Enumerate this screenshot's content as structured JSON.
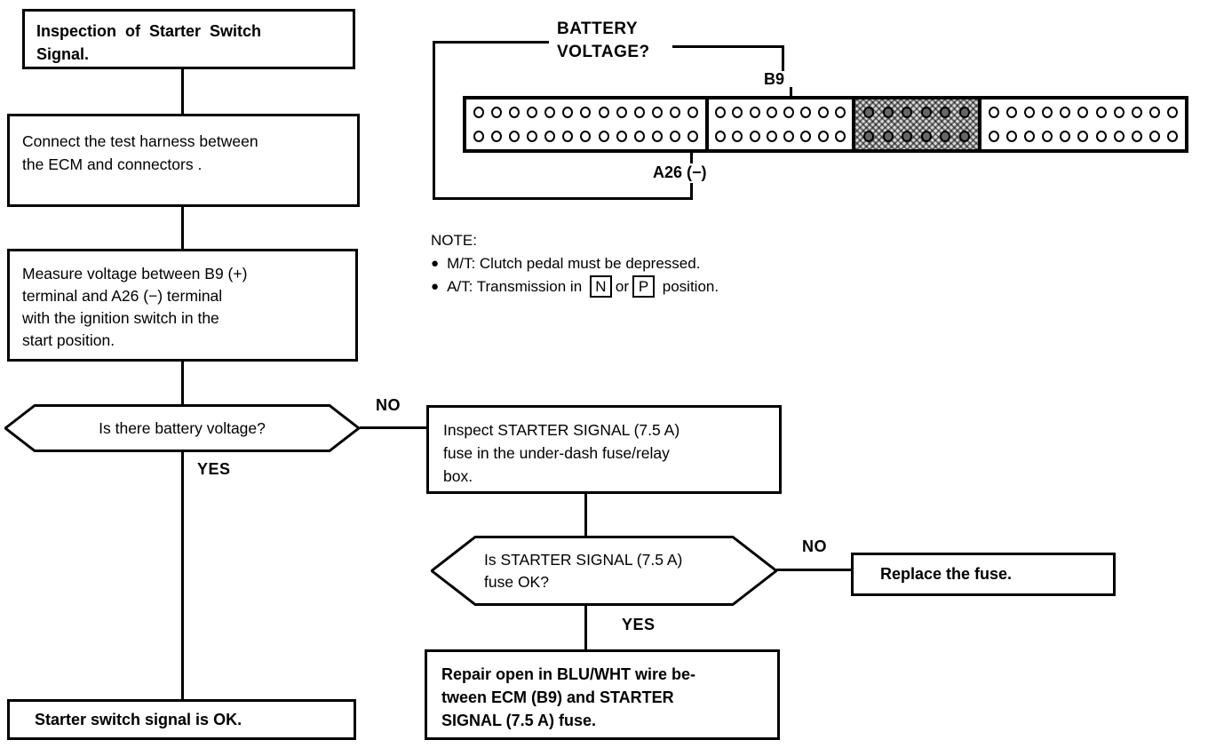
{
  "flowchart": {
    "box_title": {
      "text": "Inspection of Starter Switch\nSignal."
    },
    "box_connect": {
      "text": "Connect the test harness between\nthe ECM and connectors ."
    },
    "box_measure": {
      "text": "Measure voltage between B9 (+)\nterminal and A26 (−) terminal\nwith the ignition switch in the\nstart position."
    },
    "decision_battery": {
      "text": "Is there battery voltage?",
      "no_label": "NO",
      "yes_label": "YES"
    },
    "box_inspect_fuse": {
      "text": "Inspect STARTER SIGNAL (7.5 A)\nfuse in the under-dash fuse/relay\nbox."
    },
    "decision_fuse": {
      "text": "Is STARTER SIGNAL (7.5 A)\nfuse OK?",
      "no_label": "NO",
      "yes_label": "YES"
    },
    "box_replace_fuse": {
      "text": "Replace the fuse."
    },
    "box_repair": {
      "text": "Repair open in BLU/WHT wire be-\ntween ECM (B9) and STARTER\nSIGNAL (7.5 A) fuse."
    },
    "box_ok": {
      "text": "Starter switch signal is OK."
    }
  },
  "connector_diagram": {
    "measurement_label": "BATTERY\nVOLTAGE?",
    "b9_label": "B9",
    "a26_label": "A26 (−)",
    "connectors": [
      {
        "name": "ecm-connector-a",
        "pins_per_row": 13,
        "rows": 2,
        "shaded": false
      },
      {
        "name": "ecm-connector-b",
        "pins_per_row": 8,
        "rows": 2,
        "shaded": false
      },
      {
        "name": "ecm-connector-c",
        "pins_per_row": 6,
        "rows": 2,
        "shaded": true
      },
      {
        "name": "ecm-connector-d",
        "pins_per_row": 11,
        "rows": 2,
        "shaded": false
      }
    ]
  },
  "note": {
    "title": "NOTE:",
    "item_mt": {
      "bullet": "●",
      "text": "M/T: Clutch pedal must be depressed."
    },
    "item_at": {
      "bullet": "●",
      "prefix": "A/T: Transmission in",
      "option1": "N",
      "middle": "or",
      "option2": "P",
      "suffix": "position."
    }
  },
  "colors": {
    "ink": "#000000",
    "paper": "#ffffff",
    "shaded_connector": "#d9d9d9"
  }
}
